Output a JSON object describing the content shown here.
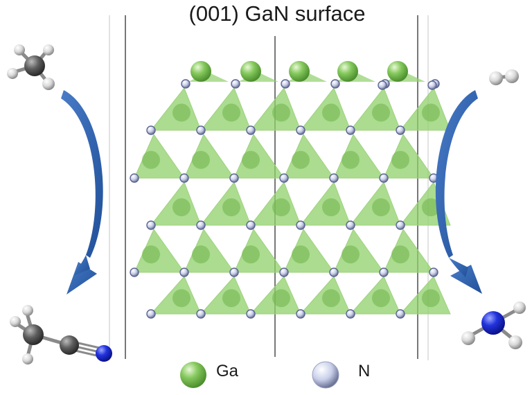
{
  "title": "(001) GaN surface",
  "legend": {
    "ga_label": "Ga",
    "n_label": "N"
  },
  "colors": {
    "ga": "#7dc457",
    "ga_poly": "#8fd06a",
    "n": "#dde2f2",
    "arrow": "#2f5fa8",
    "carbon": "#555555",
    "hydrogen": "#d8d8d8",
    "nitrogen_atom": "#1f2fd6"
  },
  "molecules": {
    "left_top": "methane-molecule",
    "left_bottom": "acetonitrile-molecule",
    "right_top": "hydrogen-molecule",
    "right_bottom": "ammonia-molecule"
  }
}
